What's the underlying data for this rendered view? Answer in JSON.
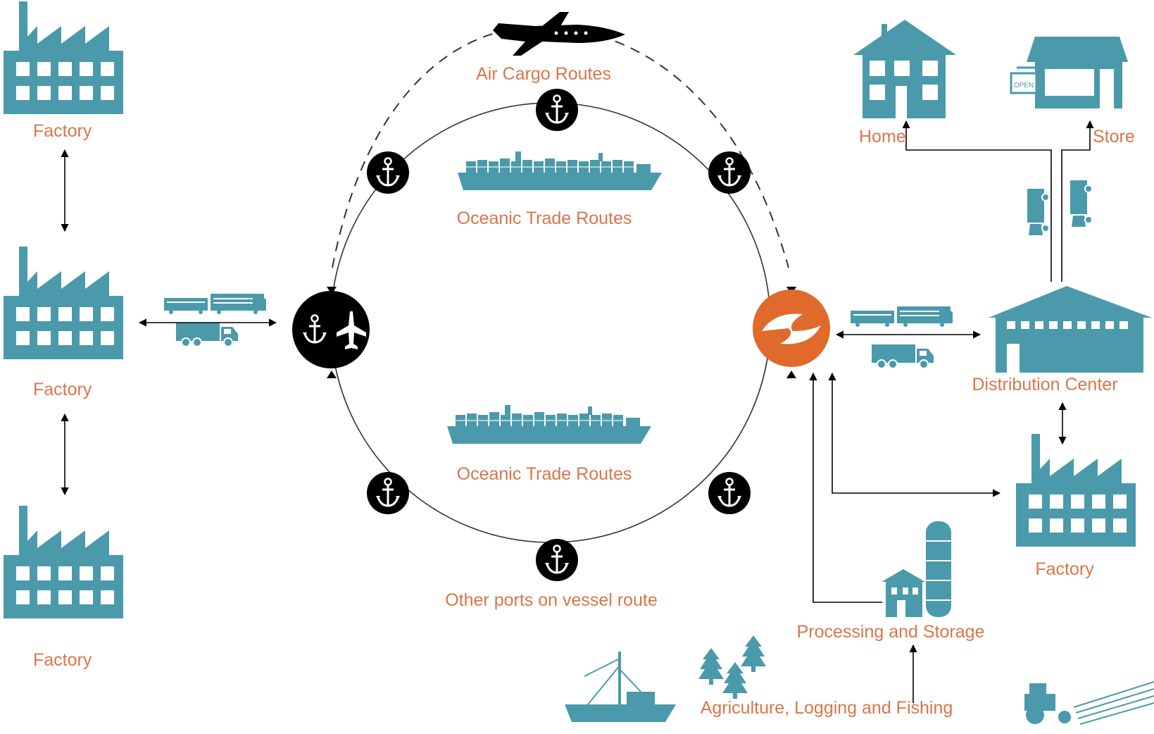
{
  "labels": {
    "factory_top_left": "Factory",
    "factory_mid_left": "Factory",
    "factory_bottom_left": "Factory",
    "air_cargo": "Air Cargo Routes",
    "oceanic_top": "Oceanic Trade Routes",
    "oceanic_bottom": "Oceanic Trade Routes",
    "other_ports": "Other ports on vessel route",
    "home": "Home",
    "store": "Store",
    "distribution_center": "Distribution Center",
    "factory_right": "Factory",
    "processing_storage": "Processing and Storage",
    "agriculture": "Agriculture, Logging and Fishing",
    "store_sign": "OPEN"
  },
  "colors": {
    "teal": "#4a9aab",
    "label": "#d9764a",
    "hub_orange": "#e06a2c",
    "black": "#000000"
  },
  "icons": [
    "factory-icon",
    "anchor-icon",
    "airplane-icon",
    "cargo-ship-icon",
    "train-icon",
    "truck-icon",
    "house-icon",
    "store-icon",
    "warehouse-icon",
    "silo-icon",
    "tree-icon",
    "fishing-boat-icon",
    "tractor-icon",
    "port-logo-icon"
  ]
}
